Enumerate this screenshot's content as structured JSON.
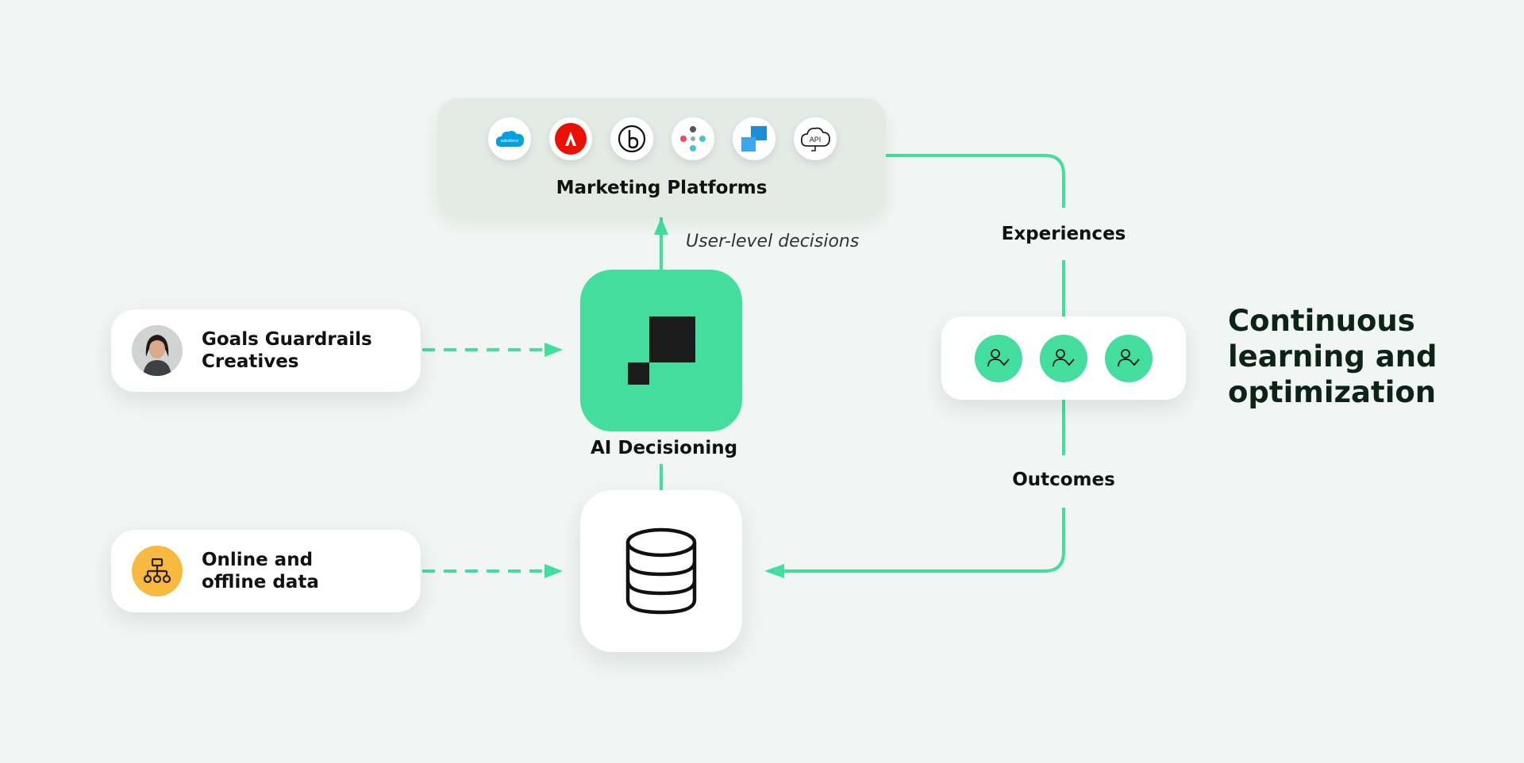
{
  "marketing_platforms": {
    "title": "Marketing Platforms",
    "logos": [
      "salesforce-logo",
      "adobe-logo",
      "braze-logo",
      "segment-logo",
      "platform-logo",
      "api-cloud-logo"
    ],
    "salesforce_text": "salesforce",
    "api_text": "API"
  },
  "decision_note": "User-level decisions",
  "ai_decisioning": {
    "label": "AI Decisioning"
  },
  "inputs": {
    "goals": {
      "line1": "Goals Guardrails",
      "line2": "Creatives"
    },
    "data": {
      "line1": "Online and",
      "line2": "offline data"
    }
  },
  "loop": {
    "experiences_label": "Experiences",
    "outcomes_label": "Outcomes",
    "title_line1": "Continuous",
    "title_line2": "learning and",
    "title_line3": "optimization",
    "user_icons": [
      "user-check-icon",
      "user-check-icon",
      "user-check-icon"
    ]
  },
  "colors": {
    "accent_green": "#43de9e",
    "background": "#f1f5f3",
    "panel_gray": "#e4ebe7",
    "data_icon_orange": "#f8b940",
    "adobe_red": "#eb1000",
    "salesforce_blue": "#00a1e0"
  }
}
